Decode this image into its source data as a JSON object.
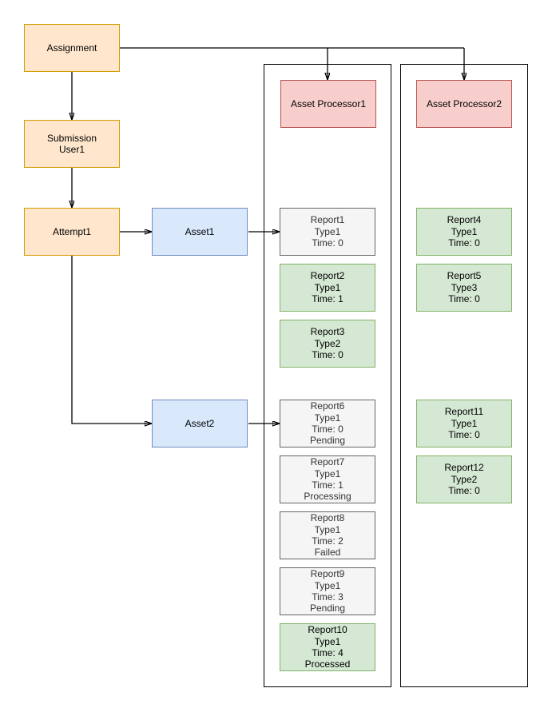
{
  "diagram": {
    "nodes": {
      "assignment": {
        "label": "Assignment"
      },
      "submission": {
        "line1": "Submission",
        "line2": "User1"
      },
      "attempt1": {
        "label": "Attempt1"
      },
      "asset1": {
        "label": "Asset1"
      },
      "asset2": {
        "label": "Asset2"
      },
      "processor1": {
        "label": "Asset Processor1"
      },
      "processor2": {
        "label": "Asset Processor2"
      }
    },
    "reports": {
      "report1": {
        "name": "Report1",
        "type": "Type1",
        "time": "Time: 0"
      },
      "report2": {
        "name": "Report2",
        "type": "Type1",
        "time": "Time: 1"
      },
      "report3": {
        "name": "Report3",
        "type": "Type2",
        "time": "Time: 0"
      },
      "report4": {
        "name": "Report4",
        "type": "Type1",
        "time": "Time: 0"
      },
      "report5": {
        "name": "Report5",
        "type": "Type3",
        "time": "Time: 0"
      },
      "report6": {
        "name": "Report6",
        "type": "Type1",
        "time": "Time: 0",
        "status": "Pending"
      },
      "report7": {
        "name": "Report7",
        "type": "Type1",
        "time": "Time: 1",
        "status": "Processing"
      },
      "report8": {
        "name": "Report8",
        "type": "Type1",
        "time": "Time: 2",
        "status": "Failed"
      },
      "report9": {
        "name": "Report9",
        "type": "Type1",
        "time": "Time: 3",
        "status": "Pending"
      },
      "report10": {
        "name": "Report10",
        "type": "Type1",
        "time": "Time: 4",
        "status": "Processed"
      },
      "report11": {
        "name": "Report11",
        "type": "Type1",
        "time": "Time: 0"
      },
      "report12": {
        "name": "Report12",
        "type": "Type2",
        "time": "Time: 0"
      }
    },
    "colors": {
      "orange_fill": "#FFE6CC",
      "orange_stroke": "#D79B00",
      "blue_fill": "#DAE8FC",
      "blue_stroke": "#6C8EBF",
      "pink_fill": "#F8CECC",
      "pink_stroke": "#B85450",
      "green_fill": "#D5E8D4",
      "green_stroke": "#82B366",
      "gray_fill": "#F5F5F5",
      "gray_stroke": "#666666",
      "gray_text": "#333333",
      "line": "#000000"
    }
  }
}
